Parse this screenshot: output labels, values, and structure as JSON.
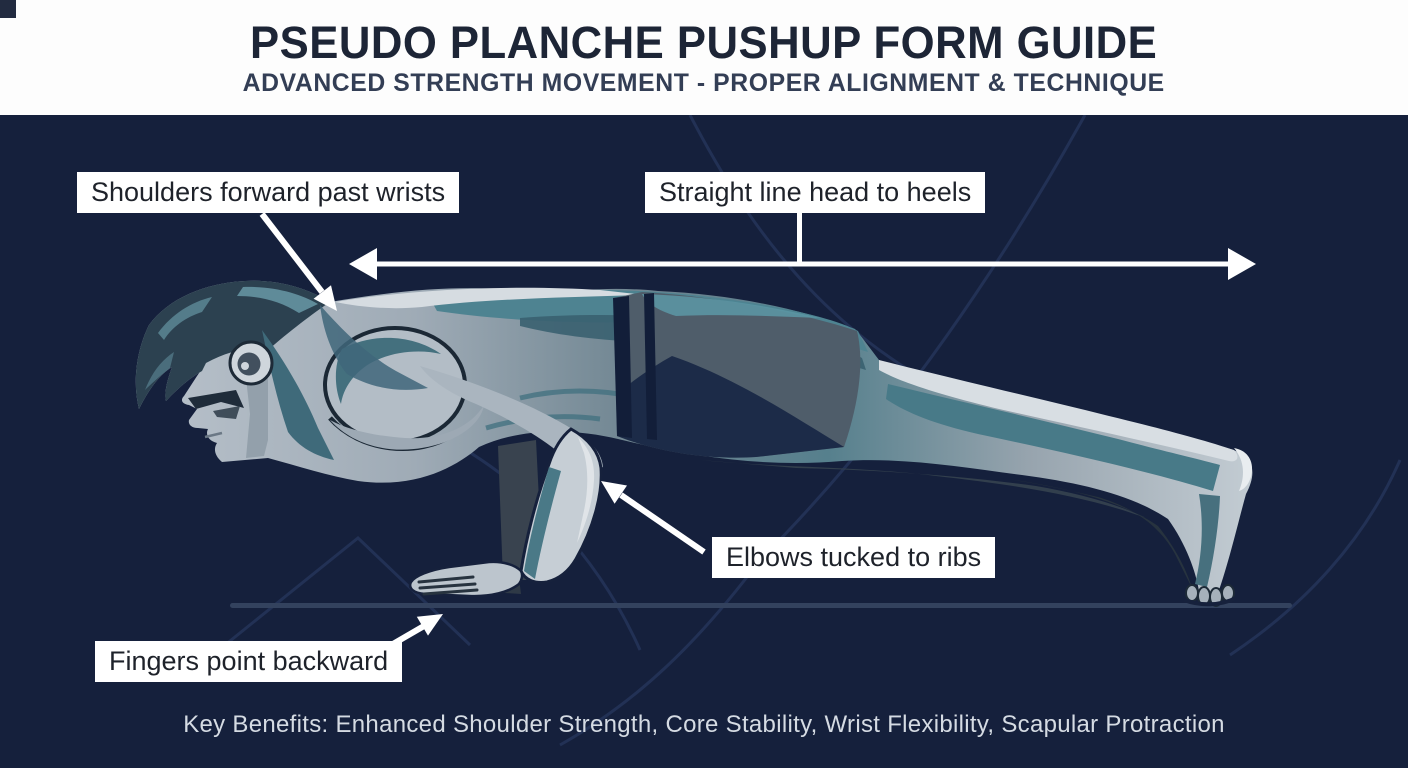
{
  "header": {
    "title": "PSEUDO PLANCHE PUSHUP FORM GUIDE",
    "subtitle": "ADVANCED STRENGTH MOVEMENT - PROPER ALIGNMENT & TECHNIQUE"
  },
  "callouts": {
    "shoulders": {
      "label": "Shoulders forward past wrists"
    },
    "straight_line": {
      "label": "Straight line head to heels"
    },
    "elbows": {
      "label": "Elbows tucked to ribs"
    },
    "fingers": {
      "label": "Fingers point backward"
    }
  },
  "footer": {
    "benefits": "Key Benefits: Enhanced Shoulder Strength, Core Stability, Wrist Flexibility, Scapular Protraction"
  },
  "illustration": {
    "name": "pseudo-planche-pushup-figure",
    "pose": "pushup plank, head left, feet right, fingers pointing backward, shoulders leaning past wrists"
  },
  "colors": {
    "canvas_bg": "#15203c",
    "header_bg": "#fdfdfd",
    "title_text": "#1d2536",
    "subtitle_text": "#333e55",
    "callout_bg": "#ffffff",
    "callout_text": "#1e222a",
    "arrow": "#ffffff",
    "benefits_text": "#d5dbe3",
    "figure_gray": "#c6ced5",
    "figure_teal": "#4e8391",
    "figure_navy": "#1c2b48",
    "ground_line": "#33425e"
  }
}
